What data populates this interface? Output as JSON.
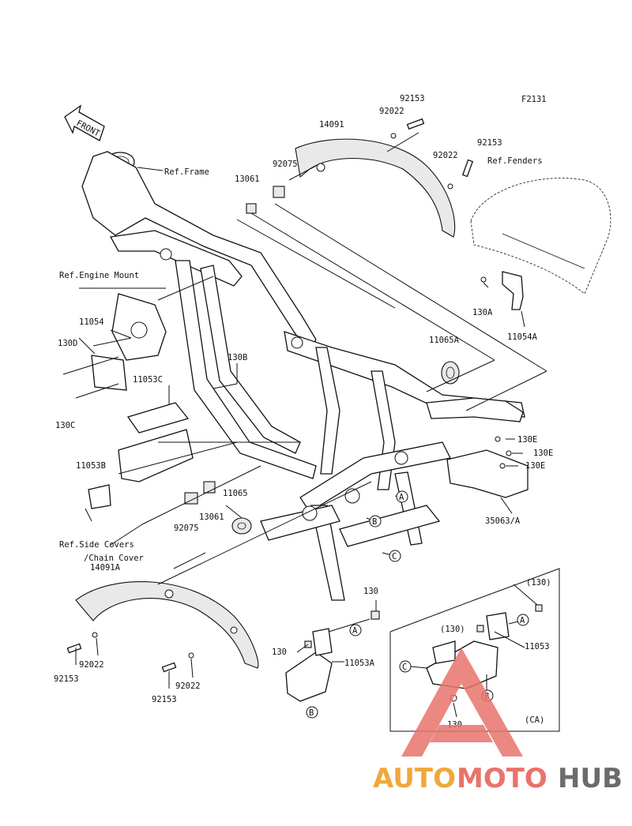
{
  "figure_code": "F2131",
  "front_arrow": "FRONT",
  "refs": {
    "frame": "Ref.Frame",
    "fenders": "Ref.Fenders",
    "engine_mount": "Ref.Engine Mount",
    "side_covers_1": "Ref.Side Covers",
    "side_covers_2": "/Chain Cover"
  },
  "parts": {
    "p92153_top": "92153",
    "p92022_top": "92022",
    "p14091": "14091",
    "p92153_right": "92153",
    "p92022_right": "92022",
    "p92075_top": "92075",
    "p13061_top": "13061",
    "p130A": "130A",
    "p11054A": "11054A",
    "p11054": "11054",
    "p130D": "130D",
    "p130C": "130C",
    "p11065A": "11065A",
    "p130B": "130B",
    "p11053C": "11053C",
    "p130E_1": "130E",
    "p130E_2": "130E",
    "p130E_3": "130E",
    "p11053B": "11053B",
    "p11065": "11065",
    "p13061_mid": "13061",
    "p92075_mid": "92075",
    "p35063A": "35063/A",
    "p14091A": "14091A",
    "p130_mid": "130",
    "p130_left": "130",
    "p11053A": "11053A",
    "p92022_bl": "92022",
    "p92153_bl": "92153",
    "p92022_bm": "92022",
    "p92153_bm": "92153",
    "p130_paren_1": "(130)",
    "p130_paren_2": "(130)",
    "p11053": "11053",
    "p130_box": "130",
    "ca": "(CA)"
  },
  "callouts": {
    "A1": "A",
    "A2": "A",
    "A3": "A",
    "B1": "B",
    "B2": "B",
    "B3": "B",
    "C1": "C",
    "C2": "C"
  },
  "watermark": {
    "auto": "AUTO",
    "moto": "MOTO",
    "hub": "HUB"
  }
}
